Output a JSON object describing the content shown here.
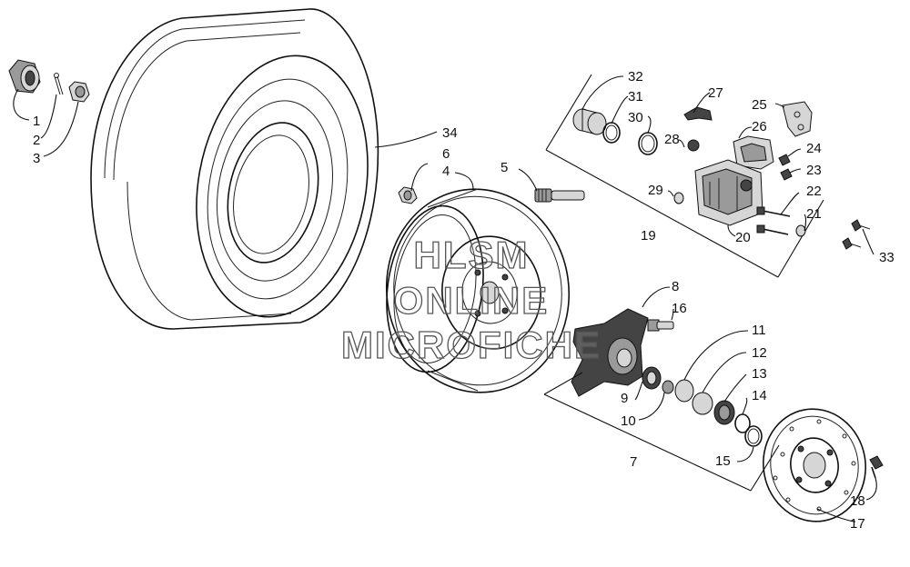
{
  "watermark": {
    "line1": "HLSM",
    "line2": "ONLINE",
    "line3": "MICROFICHE"
  },
  "callouts": {
    "c1": "1",
    "c2": "2",
    "c3": "3",
    "c4": "4",
    "c5": "5",
    "c6": "6",
    "c7": "7",
    "c8": "8",
    "c9": "9",
    "c10": "10",
    "c11": "11",
    "c12": "12",
    "c13": "13",
    "c14": "14",
    "c15": "15",
    "c16": "16",
    "c17": "17",
    "c18": "18",
    "c19": "19",
    "c20": "20",
    "c21": "21",
    "c22": "22",
    "c23": "23",
    "c24": "24",
    "c25": "25",
    "c26": "26",
    "c27": "27",
    "c28": "28",
    "c29": "29",
    "c30": "30",
    "c31": "31",
    "c32": "32",
    "c33": "33",
    "c34": "34"
  }
}
